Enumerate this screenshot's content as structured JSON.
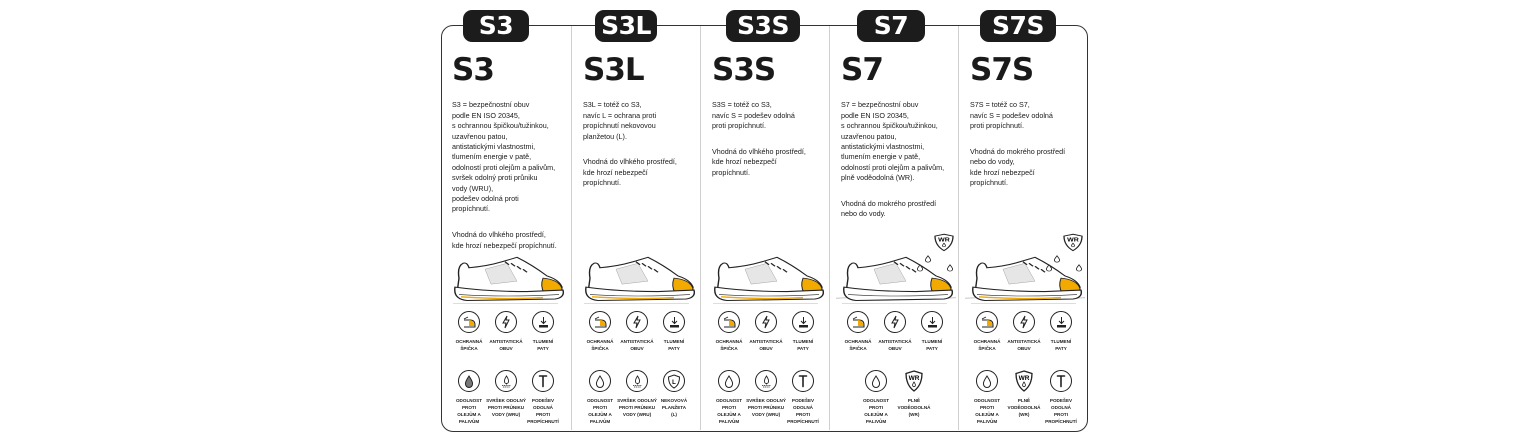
{
  "accent_color": "#f2a900",
  "columns": [
    {
      "tab": "S3",
      "title": "S3",
      "description": "S3 = bezpečnostní obuv\npodle EN ISO 20345,\ns ochrannou špičkou/tužinkou,\nuzavřenou patou,\nantistatickými vlastnostmi,\ntlumením energie v patě,\nodolností proti olejům a palivům,\nsvršek odolný proti průniku\nvody (WRU),\npodešev odolná proti\npropíchnutí.",
      "usage": "Vhodná do vlhkého prostředí,\nkde hrozí nebezpečí propíchnutí.",
      "shoe": {
        "toe_cap": true,
        "puncture_plate": true,
        "water_drops": false,
        "wr_badge": false
      },
      "features": [
        {
          "icon": "toe-cap-icon",
          "label": "OCHRANNÁ\nŠPIČKA"
        },
        {
          "icon": "lightning-icon",
          "label": "ANTISTATICKÁ\nOBUV"
        },
        {
          "icon": "heel-shock-icon",
          "label": "TLUMENÍ\nPATY"
        },
        {
          "icon": "oil-drop-filled-icon",
          "label": "ODOLNOST PROTI\nOLEJŮM A PALIVŮM"
        },
        {
          "icon": "water-penetration-icon",
          "label": "SVRŠEK ODOLNÝ\nPROTI PRŮNIKU\nVODY (WRU)"
        },
        {
          "icon": "nail-icon",
          "label": "PODEŠEV ODOLNÁ\nPROTI PROPÍCHNUTÍ"
        }
      ]
    },
    {
      "tab": "S3L",
      "title": "S3L",
      "description": "S3L = totéž co S3,\nnavíc L = ochrana proti\npropíchnutí nekovovou\nplanžetou (L).",
      "usage": "Vhodná do vlhkého prostředí,\nkde hrozí nebezpečí\npropíchnutí.",
      "shoe": {
        "toe_cap": true,
        "puncture_plate": true,
        "water_drops": false,
        "wr_badge": false
      },
      "features": [
        {
          "icon": "toe-cap-icon",
          "label": "OCHRANNÁ\nŠPIČKA"
        },
        {
          "icon": "lightning-icon",
          "label": "ANTISTATICKÁ\nOBUV"
        },
        {
          "icon": "heel-shock-icon",
          "label": "TLUMENÍ\nPATY"
        },
        {
          "icon": "oil-drop-icon",
          "label": "ODOLNOST PROTI\nOLEJŮM A PALIVŮM"
        },
        {
          "icon": "water-penetration-icon",
          "label": "SVRŠEK ODOLNÝ\nPROTI PRŮNIKU\nVODY (WRU)"
        },
        {
          "icon": "l-shield-icon",
          "label": "NEKOVOVÁ\nPLANŽETA\n(L)"
        }
      ]
    },
    {
      "tab": "S3S",
      "title": "S3S",
      "description": "S3S = totéž co S3,\nnavíc S = podešev odolná\nproti propíchnutí.",
      "usage": "Vhodná do vlhkého prostředí,\nkde hrozí nebezpečí\npropíchnutí.",
      "shoe": {
        "toe_cap": true,
        "puncture_plate": true,
        "water_drops": false,
        "wr_badge": false
      },
      "features": [
        {
          "icon": "toe-cap-icon",
          "label": "OCHRANNÁ\nŠPIČKA"
        },
        {
          "icon": "lightning-icon",
          "label": "ANTISTATICKÁ\nOBUV"
        },
        {
          "icon": "heel-shock-icon",
          "label": "TLUMENÍ\nPATY"
        },
        {
          "icon": "oil-drop-icon",
          "label": "ODOLNOST PROTI\nOLEJŮM A PALIVŮM"
        },
        {
          "icon": "water-penetration-icon",
          "label": "SVRŠEK ODOLNÝ\nPROTI PRŮNIKU\nVODY (WRU)"
        },
        {
          "icon": "nail-icon",
          "label": "PODEŠEV ODOLNÁ\nPROTI PROPÍCHNUTÍ"
        }
      ]
    },
    {
      "tab": "S7",
      "title": "S7",
      "description": "S7 = bezpečnostní obuv\npodle EN ISO 20345,\ns ochrannou špičkou/tužinkou,\nuzavřenou patou,\nantistatickými vlastnostmi,\ntlumením energie v patě,\nodolností proti olejům a palivům,\nplně voděodolná (WR).",
      "usage": "Vhodná do mokrého prostředí\nnebo do vody.",
      "shoe": {
        "toe_cap": true,
        "puncture_plate": false,
        "water_drops": true,
        "wr_badge": true,
        "badge_text": "WR"
      },
      "features": [
        {
          "icon": "toe-cap-icon",
          "label": "OCHRANNÁ\nŠPIČKA"
        },
        {
          "icon": "lightning-icon",
          "label": "ANTISTATICKÁ\nOBUV"
        },
        {
          "icon": "heel-shock-icon",
          "label": "TLUMENÍ\nPATY"
        },
        {
          "icon": "oil-drop-icon",
          "label": "ODOLNOST PROTI\nOLEJŮM A PALIVŮM"
        },
        {
          "icon": "wr-shield-icon",
          "label": "PLNĚ\nVODĚODOLNÁ\n(WR)"
        }
      ]
    },
    {
      "tab": "S7S",
      "title": "S7S",
      "description": "S7S = totéž co S7,\nnavíc S = podešev odolná\nproti propíchnutí.",
      "usage": "Vhodná do mokrého prostředí\nnebo do vody,\nkde hrozí nebezpečí\npropíchnutí.",
      "shoe": {
        "toe_cap": true,
        "puncture_plate": true,
        "water_drops": true,
        "wr_badge": true,
        "badge_text": "WR"
      },
      "features": [
        {
          "icon": "toe-cap-icon",
          "label": "OCHRANNÁ\nŠPIČKA"
        },
        {
          "icon": "lightning-icon",
          "label": "ANTISTATICKÁ\nOBUV"
        },
        {
          "icon": "heel-shock-icon",
          "label": "TLUMENÍ\nPATY"
        },
        {
          "icon": "oil-drop-icon",
          "label": "ODOLNOST PROTI\nOLEJŮM A PALIVŮM"
        },
        {
          "icon": "wr-shield-icon",
          "label": "PLNĚ\nVODĚODOLNÁ\n(WR)"
        },
        {
          "icon": "nail-icon",
          "label": "PODEŠEV ODOLNÁ\nPROTI PROPÍCHNUTÍ"
        }
      ]
    }
  ]
}
